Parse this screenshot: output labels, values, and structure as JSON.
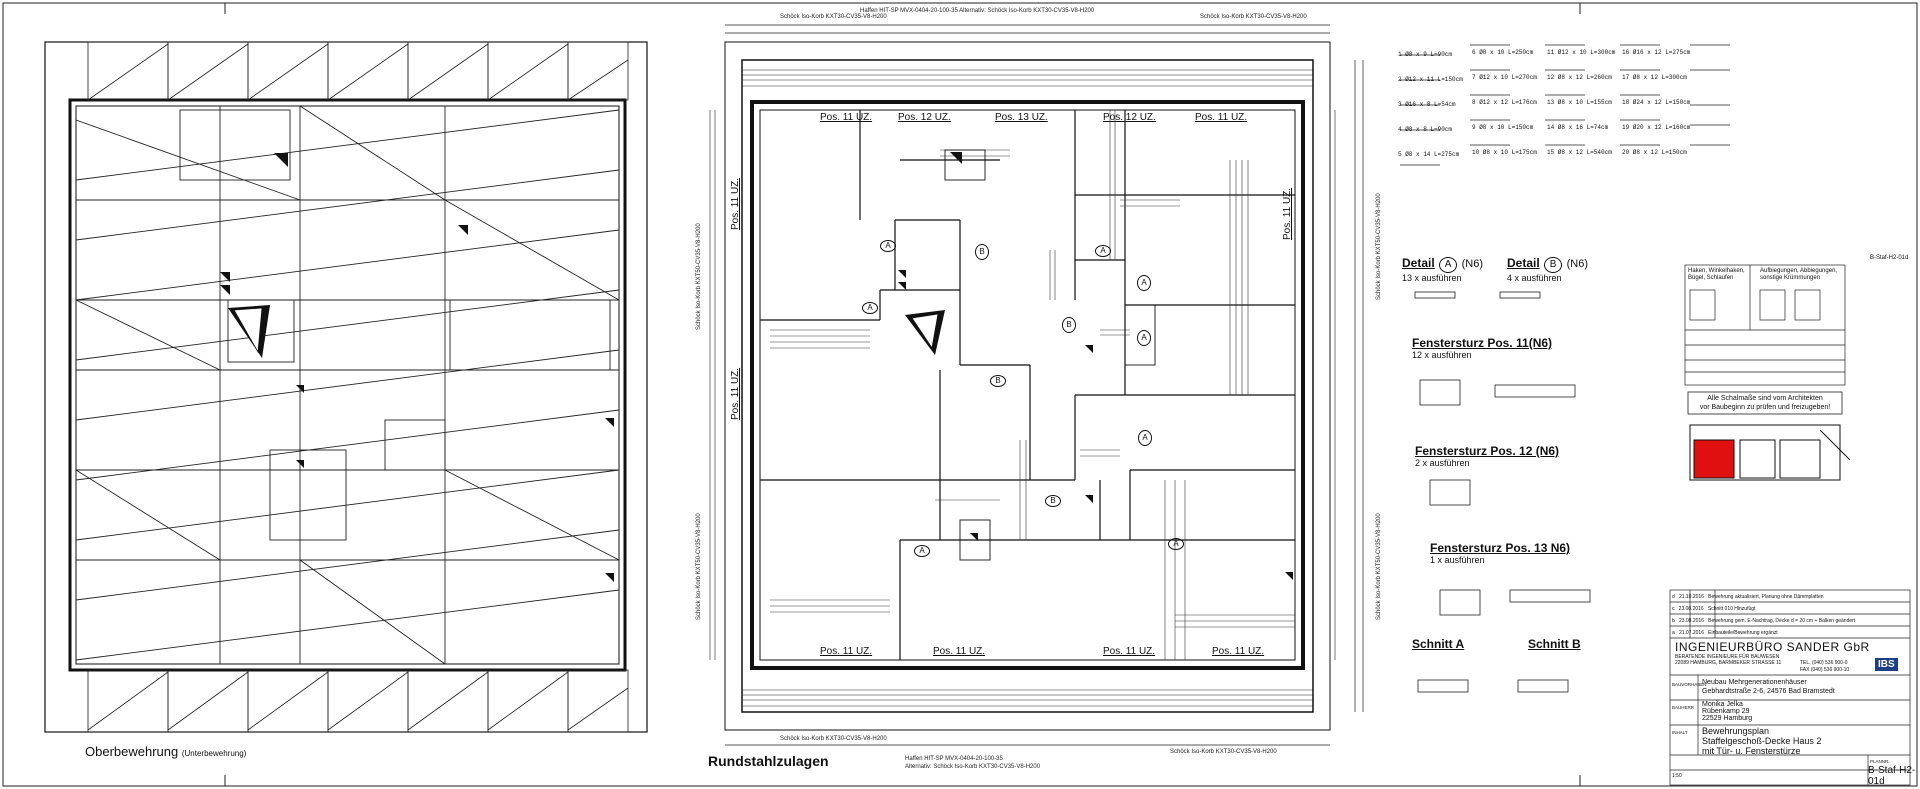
{
  "titles": {
    "left_plan": "Oberbewehrung",
    "left_plan_sub": "(Unterbewehrung)",
    "right_plan": "Rundstahlzulagen"
  },
  "pos_labels": [
    "Pos. 11 UZ.",
    "Pos. 12 UZ.",
    "Pos. 13 UZ.",
    "Pos. 12 UZ.",
    "Pos. 11 UZ."
  ],
  "pos_labels_bottom": [
    "Pos. 11 UZ.",
    "Pos. 11 UZ.",
    "Pos. 11 UZ.",
    "Pos. 11 UZ."
  ],
  "side_labels": [
    "Pos. 11 UZ.",
    "Pos. 11 UZ.",
    "Pos. 11 UZ."
  ],
  "bubbles": [
    "A",
    "A",
    "B",
    "B",
    "A",
    "A",
    "B",
    "A",
    "A",
    "B",
    "A",
    "A"
  ],
  "details": {
    "detail_a": "Detail",
    "detail_a_mark": "A",
    "detail_a_n": "(N6)",
    "detail_a_sub": "13 x ausführen",
    "detail_b": "Detail",
    "detail_b_mark": "B",
    "detail_b_n": "(N6)",
    "detail_b_sub": "4 x ausführen",
    "sturz11": "Fenstersturz Pos. 11(N6)",
    "sturz11_sub": "12 x ausführen",
    "sturz12": "Fenstersturz Pos. 12 (N6)",
    "sturz12_sub": "2 x ausführen",
    "sturz13": "Fenstersturz Pos. 13 N6)",
    "sturz13_sub": "1 x ausführen",
    "schnitt_a": "Schnitt A",
    "schnitt_b": "Schnitt B"
  },
  "note": {
    "line1": "Alle Schalmaße sind vom Architekten",
    "line2": "vor Baubeginn zu prüfen und freizugeben!"
  },
  "legend": {
    "line1": "Haken, Winkelhaken,",
    "line2": "Bügel, Schlaufen",
    "line3": "Aufbiegungen, Abbiegungen,",
    "line4": "sonstige Krümmungen"
  },
  "title_block": {
    "office": "INGENIEURBÜRO SANDER GbR",
    "office_sub": "BERATENDE INGENIEURE FÜR BAUWESEN",
    "address": "22089 HAMBURG, BARMBEKER STRASSE 11",
    "tel": "TEL. (040) 536 900-0",
    "fax": "FAX (040) 536 900-10",
    "logo": "IBS",
    "project_label": "BAUVORHABEN",
    "project1": "Neubau Mehrgenerationenhäuser",
    "project2": "Gebhardtstraße 2-6, 24576 Bad Bramstedt",
    "client_label": "BAUHERR",
    "client1": "Monika Jelka",
    "client2": "Rübenkamp 29",
    "client3": "22529 Hamburg",
    "content_label": "INHALT",
    "content1": "Bewehrungsplan",
    "content2": "Staffelgeschoß-Decke Haus 2",
    "content3": "mit Tür- u. Fensterstürze",
    "plan_label": "PLANNR.",
    "plan_no": "B-Staf-H2-01d",
    "sheet_ref": "B-Staf-H2-01d",
    "scale": "1:50"
  },
  "revisions": [
    {
      "idx": "d",
      "date": "21.10.2016",
      "text": "Bewehrung aktualisiert, Planung ohne Dämmplatten"
    },
    {
      "idx": "c",
      "date": "23.08.2016",
      "text": "Schnitt 010 Hinzufügt"
    },
    {
      "idx": "b",
      "date": "23.08.2016",
      "text": "Bewehrung gem. E-Nachtrag, Decke d = 20 cm + Balken geändert"
    },
    {
      "idx": "a",
      "date": "21.07.2016",
      "text": "Einbauteile/Bewehrung ergänzt"
    }
  ],
  "schedule": [
    "1  Ø8 x 9 L=90cm",
    "2  Ø12 x 11 L=150cm",
    "3  Ø16 x 8 L=54cm",
    "4  Ø8 x 8 L=90cm",
    "5  Ø8 x 14 L=275cm",
    "6  Ø8 x 10 L=250cm",
    "7  Ø12 x 10 L=270cm",
    "8  Ø12 x 12 L=176cm",
    "9  Ø8 x 10 L=150cm",
    "10 Ø8 x 10 L=175cm",
    "11 Ø12 x 10 L=300cm",
    "12 Ø8 x 12 L=260cm",
    "13 Ø8 x 10 L=155cm",
    "14 Ø8 x 16 L=74cm",
    "15 Ø8 x 12 L=540cm",
    "16 Ø16 x 12 L=275cm",
    "17 Ø8 x 12 L=300cm",
    "18 Ø24 x 12 L=150cm",
    "19 Ø20 x 12 L=160cm",
    "20 Ø8 x 12 L=150cm"
  ]
}
